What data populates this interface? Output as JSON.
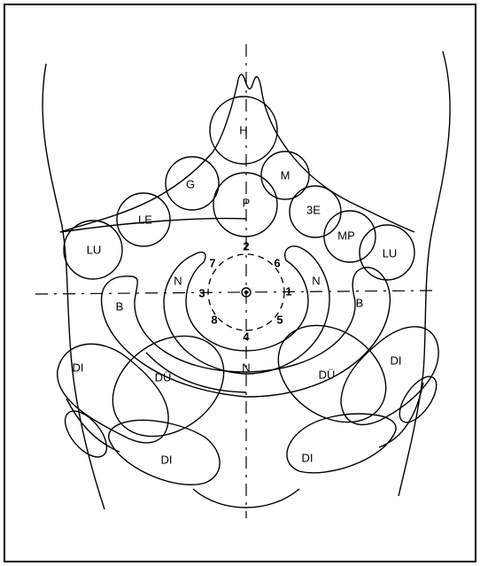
{
  "regions": {
    "heart": "H",
    "stomach": "G",
    "spleen": "M",
    "pancreas": "P",
    "triple_heater": "3E",
    "liver_left": "LE",
    "lung_left": "LU",
    "pericardium": "MP",
    "lung_right": "LU",
    "kidney_left": "N",
    "kidney_right": "N",
    "kidney_lower": "N",
    "bladder_left": "B",
    "bladder_right": "B",
    "small_intestine_left": "DÜ",
    "small_intestine_right": "DÜ",
    "large_intestine_upper_left": "DI",
    "large_intestine_upper_right": "DI",
    "large_intestine_lower_left": "DI",
    "large_intestine_lower_right": "DI"
  },
  "navel_points": [
    "1",
    "2",
    "3",
    "4",
    "5",
    "6",
    "7",
    "8"
  ]
}
